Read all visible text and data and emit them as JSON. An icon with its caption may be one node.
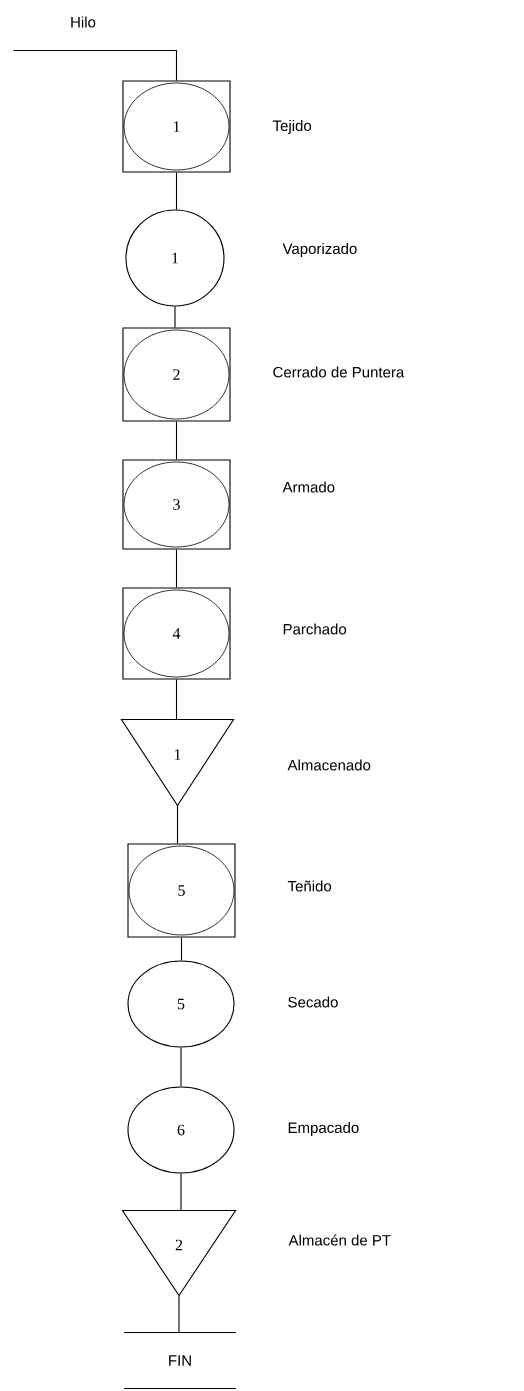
{
  "diagram": {
    "nodes": [
      {
        "text": [
          "Hilo"
        ]
      },
      {
        "text": [
          "1"
        ],
        "beside": [
          "Tejido"
        ]
      },
      {
        "text": [
          "1"
        ],
        "beside": [
          "Vaporizado"
        ]
      },
      {
        "text": [
          "2"
        ],
        "beside": [
          "Cerrado de Puntera"
        ]
      },
      {
        "text": [
          "3"
        ],
        "beside": [
          "Armado"
        ]
      },
      {
        "text": [
          "4"
        ],
        "beside": [
          "Parchado"
        ]
      },
      {
        "text": [
          "1"
        ],
        "beside": [
          "Almacenado"
        ]
      },
      {
        "text": [
          "5"
        ],
        "beside": [
          "Teñido"
        ]
      },
      {
        "text": [
          "5"
        ],
        "beside": [
          "Secado"
        ]
      },
      {
        "text": [
          "6"
        ],
        "beside": [
          "Empacado"
        ]
      },
      {
        "text": [
          "2"
        ],
        "beside": [
          "Almacén de PT"
        ]
      },
      {
        "text": [
          "FIN"
        ]
      }
    ],
    "edges": [
      {
        "from": 0,
        "to": 1,
        "arrow": "none"
      },
      {
        "from": 1,
        "to": 2,
        "arrow": "none"
      },
      {
        "from": 2,
        "to": 3,
        "arrow": "none"
      },
      {
        "from": 3,
        "to": 4,
        "arrow": "none"
      },
      {
        "from": 4,
        "to": 5,
        "arrow": "none"
      },
      {
        "from": 5,
        "to": 6,
        "arrow": "none"
      },
      {
        "from": 6,
        "to": 7,
        "arrow": "none"
      },
      {
        "from": 7,
        "to": 8,
        "arrow": "none"
      },
      {
        "from": 8,
        "to": 9,
        "arrow": "none"
      },
      {
        "from": 9,
        "to": 10,
        "arrow": "none"
      },
      {
        "from": 10,
        "to": 11,
        "arrow": "none"
      }
    ]
  }
}
